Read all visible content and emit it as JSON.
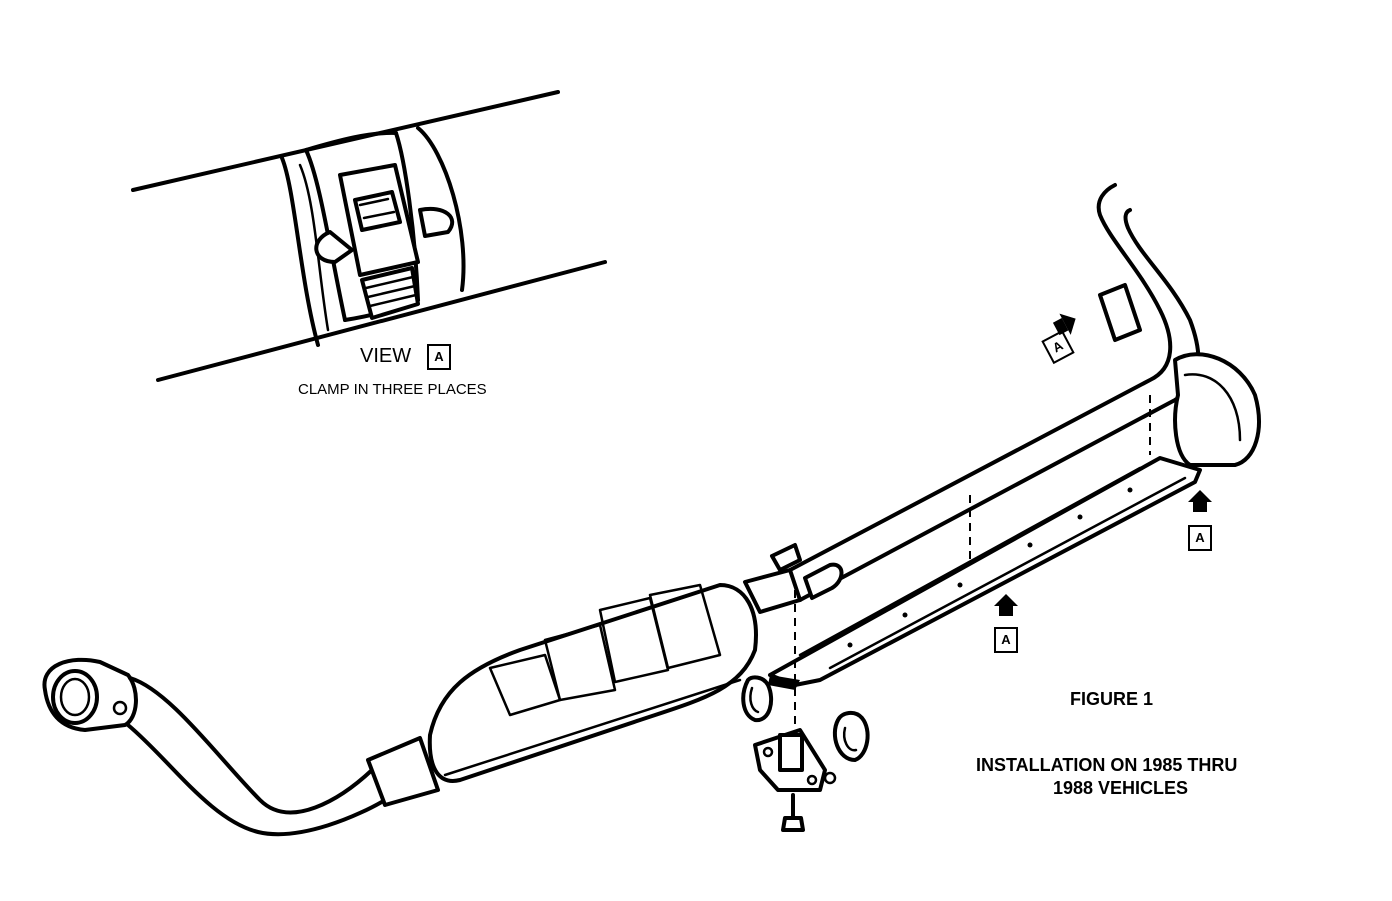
{
  "view": {
    "label": "VIEW",
    "callout": "A",
    "caption": "CLAMP IN THREE PLACES"
  },
  "callouts": {
    "upper_right": "A",
    "right": "A",
    "middle": "A"
  },
  "figure": {
    "title": "FIGURE 1",
    "description_line1": "INSTALLATION ON 1985 THRU",
    "description_line2": "1988 VEHICLES"
  },
  "colors": {
    "ink": "#000000",
    "paper": "#ffffff"
  }
}
